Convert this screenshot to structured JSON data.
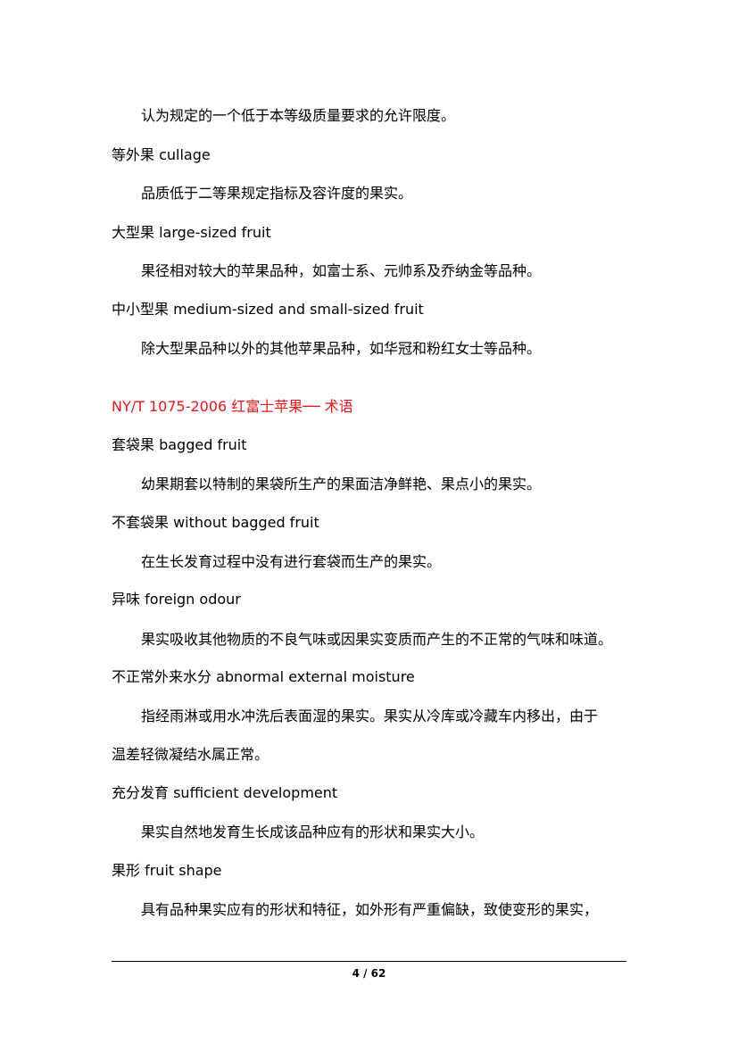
{
  "lines": [
    {
      "text": "认为规定的一个低于本等级质量要求的允许限度。",
      "kind": "definition"
    },
    {
      "text": "等外果 cullage",
      "kind": "term"
    },
    {
      "text": "品质低于二等果规定指标及容许度的果实。",
      "kind": "definition"
    },
    {
      "text": "大型果 large-sized fruit",
      "kind": "term"
    },
    {
      "text": "果径相对较大的苹果品种，如富士系、元帅系及乔纳金等品种。",
      "kind": "definition"
    },
    {
      "text": "中小型果 medium-sized and small-sized fruit",
      "kind": "term"
    },
    {
      "text": "除大型果品种以外的其他苹果品种，如华冠和粉红女士等品种。",
      "kind": "definition"
    },
    {
      "text": "NY/T 1075-2006 红富士苹果── 术语",
      "kind": "section"
    },
    {
      "text": "套袋果 bagged fruit",
      "kind": "term"
    },
    {
      "text": "幼果期套以特制的果袋所生产的果面洁净鲜艳、果点小的果实。",
      "kind": "definition"
    },
    {
      "text": "不套袋果 without bagged fruit",
      "kind": "term"
    },
    {
      "text": "在生长发育过程中没有进行套袋而生产的果实。",
      "kind": "definition"
    },
    {
      "text": "异味 foreign odour",
      "kind": "term"
    },
    {
      "text": "果实吸收其他物质的不良气味或因果实变质而产生的不正常的气味和味道。",
      "kind": "definition"
    },
    {
      "text": "不正常外来水分 abnormal external moisture",
      "kind": "term"
    },
    {
      "text": "指经雨淋或用水冲洗后表面湿的果实。果实从冷库或冷藏车内移出，由于",
      "kind": "definition"
    },
    {
      "text": "温差轻微凝结水属正常。",
      "kind": "continuation"
    },
    {
      "text": "充分发育 sufficient development",
      "kind": "term"
    },
    {
      "text": "果实自然地发育生长成该品种应有的形状和果实大小。",
      "kind": "definition"
    },
    {
      "text": "果形 fruit shape",
      "kind": "term"
    },
    {
      "text": "具有品种果实应有的形状和特征，如外形有严重偏缺，致使变形的果实，",
      "kind": "definition"
    }
  ],
  "footer": {
    "page_number": "4 / 62"
  }
}
